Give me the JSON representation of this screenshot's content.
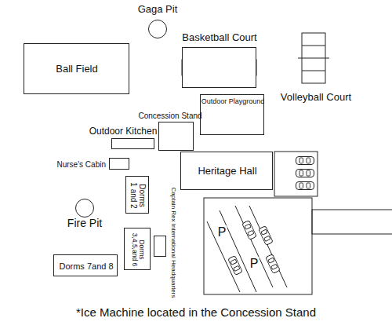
{
  "diagram": {
    "caption": "*Ice Machine located in the Concession Stand",
    "nodes": [
      {
        "text": [
          "Gaga Pit"
        ]
      },
      {
        "text": [
          "Basketball Court"
        ]
      },
      {
        "text": [
          "Volleyball Court"
        ]
      },
      {
        "text": [
          "Ball Field"
        ]
      },
      {
        "text": [
          "Outdoor Playground"
        ]
      },
      {
        "text": [
          "Concession Stand"
        ]
      },
      {
        "text": [
          "Outdoor Kitchen"
        ]
      },
      {
        "text": [
          "Nurse's Cabin"
        ]
      },
      {
        "text": [
          "Heritage Hall"
        ]
      },
      {
        "text": [
          "Dorms 1 and 2"
        ]
      },
      {
        "text": [
          "Fire Pit"
        ]
      },
      {
        "text": [
          "Captain Rex International Headquarters"
        ]
      },
      {
        "text": [
          "Dorms 3,4,5,and 6"
        ]
      },
      {
        "text": [
          "Dorms 7and 8"
        ]
      }
    ],
    "labels": [
      "P",
      "P"
    ]
  }
}
